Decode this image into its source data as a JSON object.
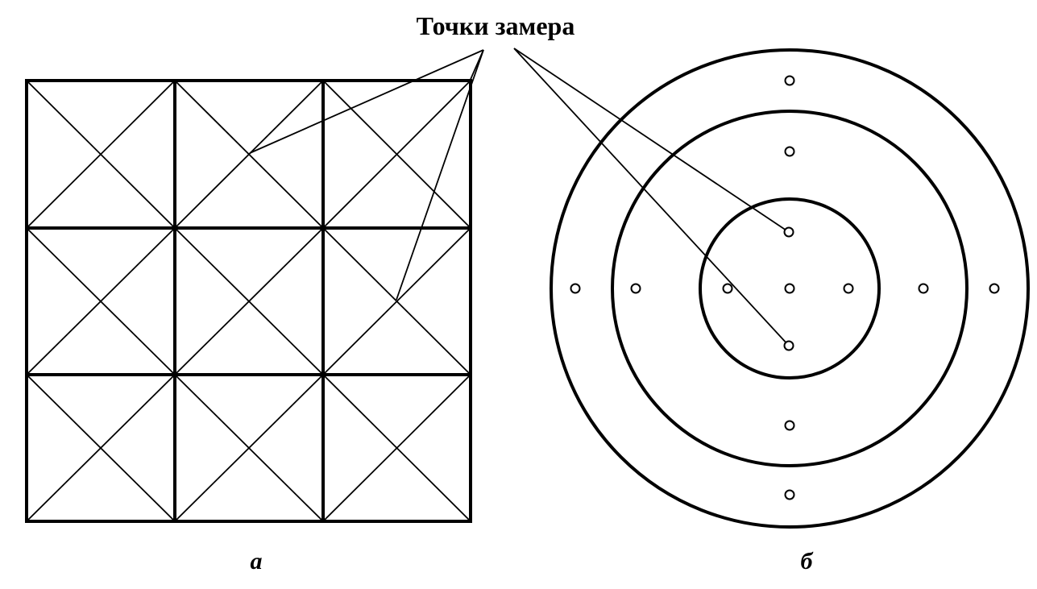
{
  "title": "Точки замера",
  "captions": {
    "left": "а",
    "right": "б"
  },
  "left_figure": {
    "grid_rows": 3,
    "grid_cols": 3,
    "cell_diagonals": true
  },
  "right_figure": {
    "ring_count": 3,
    "measurement_points_count": 13
  }
}
